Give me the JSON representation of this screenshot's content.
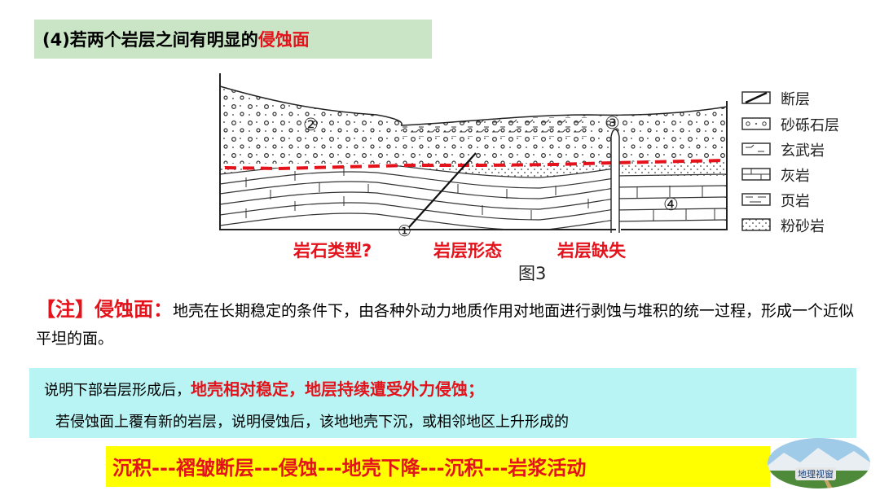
{
  "heading": {
    "prefix": "(4)若两个岩层之间有明显的",
    "highlight": "侵蚀面"
  },
  "diagram": {
    "markers": {
      "m1": "①",
      "m2": "②",
      "m3": "③",
      "m4": "④"
    },
    "caption": "图3",
    "labels": {
      "rock_type": "岩石类型?",
      "layer_form": "岩层形态",
      "layer_missing": "岩层缺失"
    }
  },
  "legend": [
    {
      "label": "断层",
      "icon": "fault-icon"
    },
    {
      "label": "砂砾石层",
      "icon": "gravel-icon"
    },
    {
      "label": "玄武岩",
      "icon": "basalt-icon"
    },
    {
      "label": "灰岩",
      "icon": "limestone-icon"
    },
    {
      "label": "页岩",
      "icon": "shale-icon"
    },
    {
      "label": "粉砂岩",
      "icon": "siltstone-icon"
    }
  ],
  "note": {
    "title": "【注】侵蚀面：",
    "body": "地壳在长期稳定的条件下，由各种外动力地质作用对地面进行剥蚀与堆积的统一过程，形成一个近似平坦的面。"
  },
  "explain": {
    "line1_prefix": "说明下部岩层形成后，",
    "line1_highlight": "地壳相对稳定，地层持续遭受外力侵蚀；",
    "line2": "若侵蚀面上覆有新的岩层，说明侵蚀后，该地地壳下沉，或相邻地区上升形成的"
  },
  "sequence": "沉积---褶皱断层---侵蚀---地壳下降---沉积---岩浆活动",
  "logo": {
    "text": "地理视窗"
  },
  "colors": {
    "accent_red": "#e3121b",
    "heading_bg": "#c9e5c6",
    "explain_bg": "#b8f4f4",
    "sequence_bg": "#ffff00"
  }
}
